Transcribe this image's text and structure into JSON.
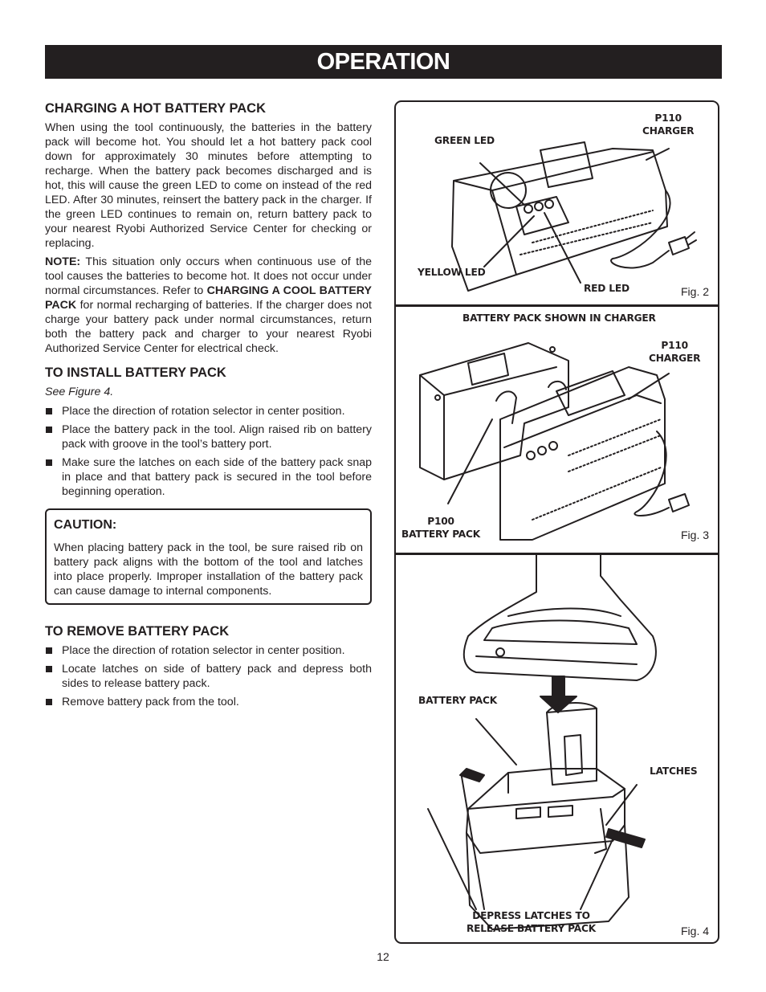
{
  "banner": "OPERATION",
  "hot": {
    "heading": "CHARGING A HOT BATTERY PACK",
    "para1": "When using the tool continuously, the batteries in the battery pack will become hot. You should let a hot battery pack cool down for approximately 30 minutes before attempting to recharge. When the battery pack becomes discharged and is hot, this will cause the green LED to come on instead of the red LED. After 30 minutes, reinsert the battery pack in the charger. If the green LED continues to remain on, return battery pack to your nearest Ryobi Authorized Service Center for checking or replacing.",
    "note_label": "NOTE:",
    "note_a": " This situation only occurs when continuous use of the tool causes the batteries to become hot. It does not occur under normal circumstances. Refer to ",
    "note_ref": "CHARGING A COOL BATTERY PACK",
    "note_b": " for normal recharging of batteries. If the charger does not charge your battery pack under normal circumstances, return both the battery pack and charger to your nearest Ryobi Authorized Service Center for electrical check."
  },
  "install": {
    "heading": "TO INSTALL BATTERY PACK",
    "see": "See Figure 4.",
    "items": [
      "Place the direction of rotation selector in center position.",
      "Place the battery pack in the tool. Align raised rib on battery pack with groove in the tool’s battery port.",
      "Make sure the latches on each side of the battery pack snap in place and that battery pack is secured in the tool before beginning operation."
    ]
  },
  "caution": {
    "title": "CAUTION:",
    "text": "When placing battery pack in the tool, be sure raised rib on battery pack aligns with the bottom of the tool and latches into place properly. Improper installation of the battery pack can cause damage to internal components."
  },
  "remove": {
    "heading": "TO REMOVE BATTERY PACK",
    "items": [
      "Place the direction of rotation selector in center position.",
      "Locate latches on side of battery pack and depress both sides to release battery pack.",
      "Remove battery pack from the tool."
    ]
  },
  "fig2": {
    "charger": "P110\nCHARGER",
    "green": "GREEN LED",
    "yellow": "YELLOW LED",
    "red": "RED LED",
    "caption": "Fig. 2"
  },
  "fig3": {
    "shown": "BATTERY PACK SHOWN IN CHARGER",
    "charger": "P110\nCHARGER",
    "pack": "P100\nBATTERY PACK",
    "caption": "Fig. 3"
  },
  "fig4": {
    "pack": "BATTERY PACK",
    "latches": "LATCHES",
    "depress": "DEPRESS LATCHES TO\nRELEASE BATTERY PACK",
    "caption": "Fig. 4"
  },
  "page_number": "12"
}
